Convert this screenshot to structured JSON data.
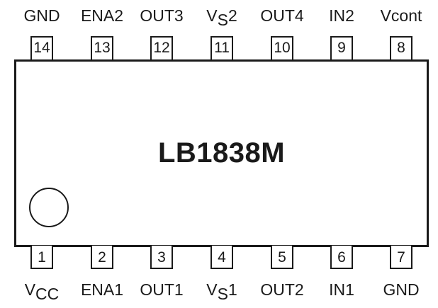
{
  "chip": {
    "name": "LB1838M"
  },
  "top_pins": [
    {
      "number": "14",
      "label": "GND",
      "sub": ""
    },
    {
      "number": "13",
      "label": "ENA2",
      "sub": ""
    },
    {
      "number": "12",
      "label": "OUT3",
      "sub": ""
    },
    {
      "number": "11",
      "label": "V",
      "sub": "S",
      "suffix": "2"
    },
    {
      "number": "10",
      "label": "OUT4",
      "sub": ""
    },
    {
      "number": "9",
      "label": "IN2",
      "sub": ""
    },
    {
      "number": "8",
      "label": "Vcont",
      "sub": ""
    }
  ],
  "bottom_pins": [
    {
      "number": "1",
      "label": "V",
      "sub": "CC"
    },
    {
      "number": "2",
      "label": "ENA1",
      "sub": ""
    },
    {
      "number": "3",
      "label": "OUT1",
      "sub": ""
    },
    {
      "number": "4",
      "label": "V",
      "sub": "S",
      "suffix": "1"
    },
    {
      "number": "5",
      "label": "OUT2",
      "sub": ""
    },
    {
      "number": "6",
      "label": "IN1",
      "sub": ""
    },
    {
      "number": "7",
      "label": "GND",
      "sub": ""
    }
  ]
}
